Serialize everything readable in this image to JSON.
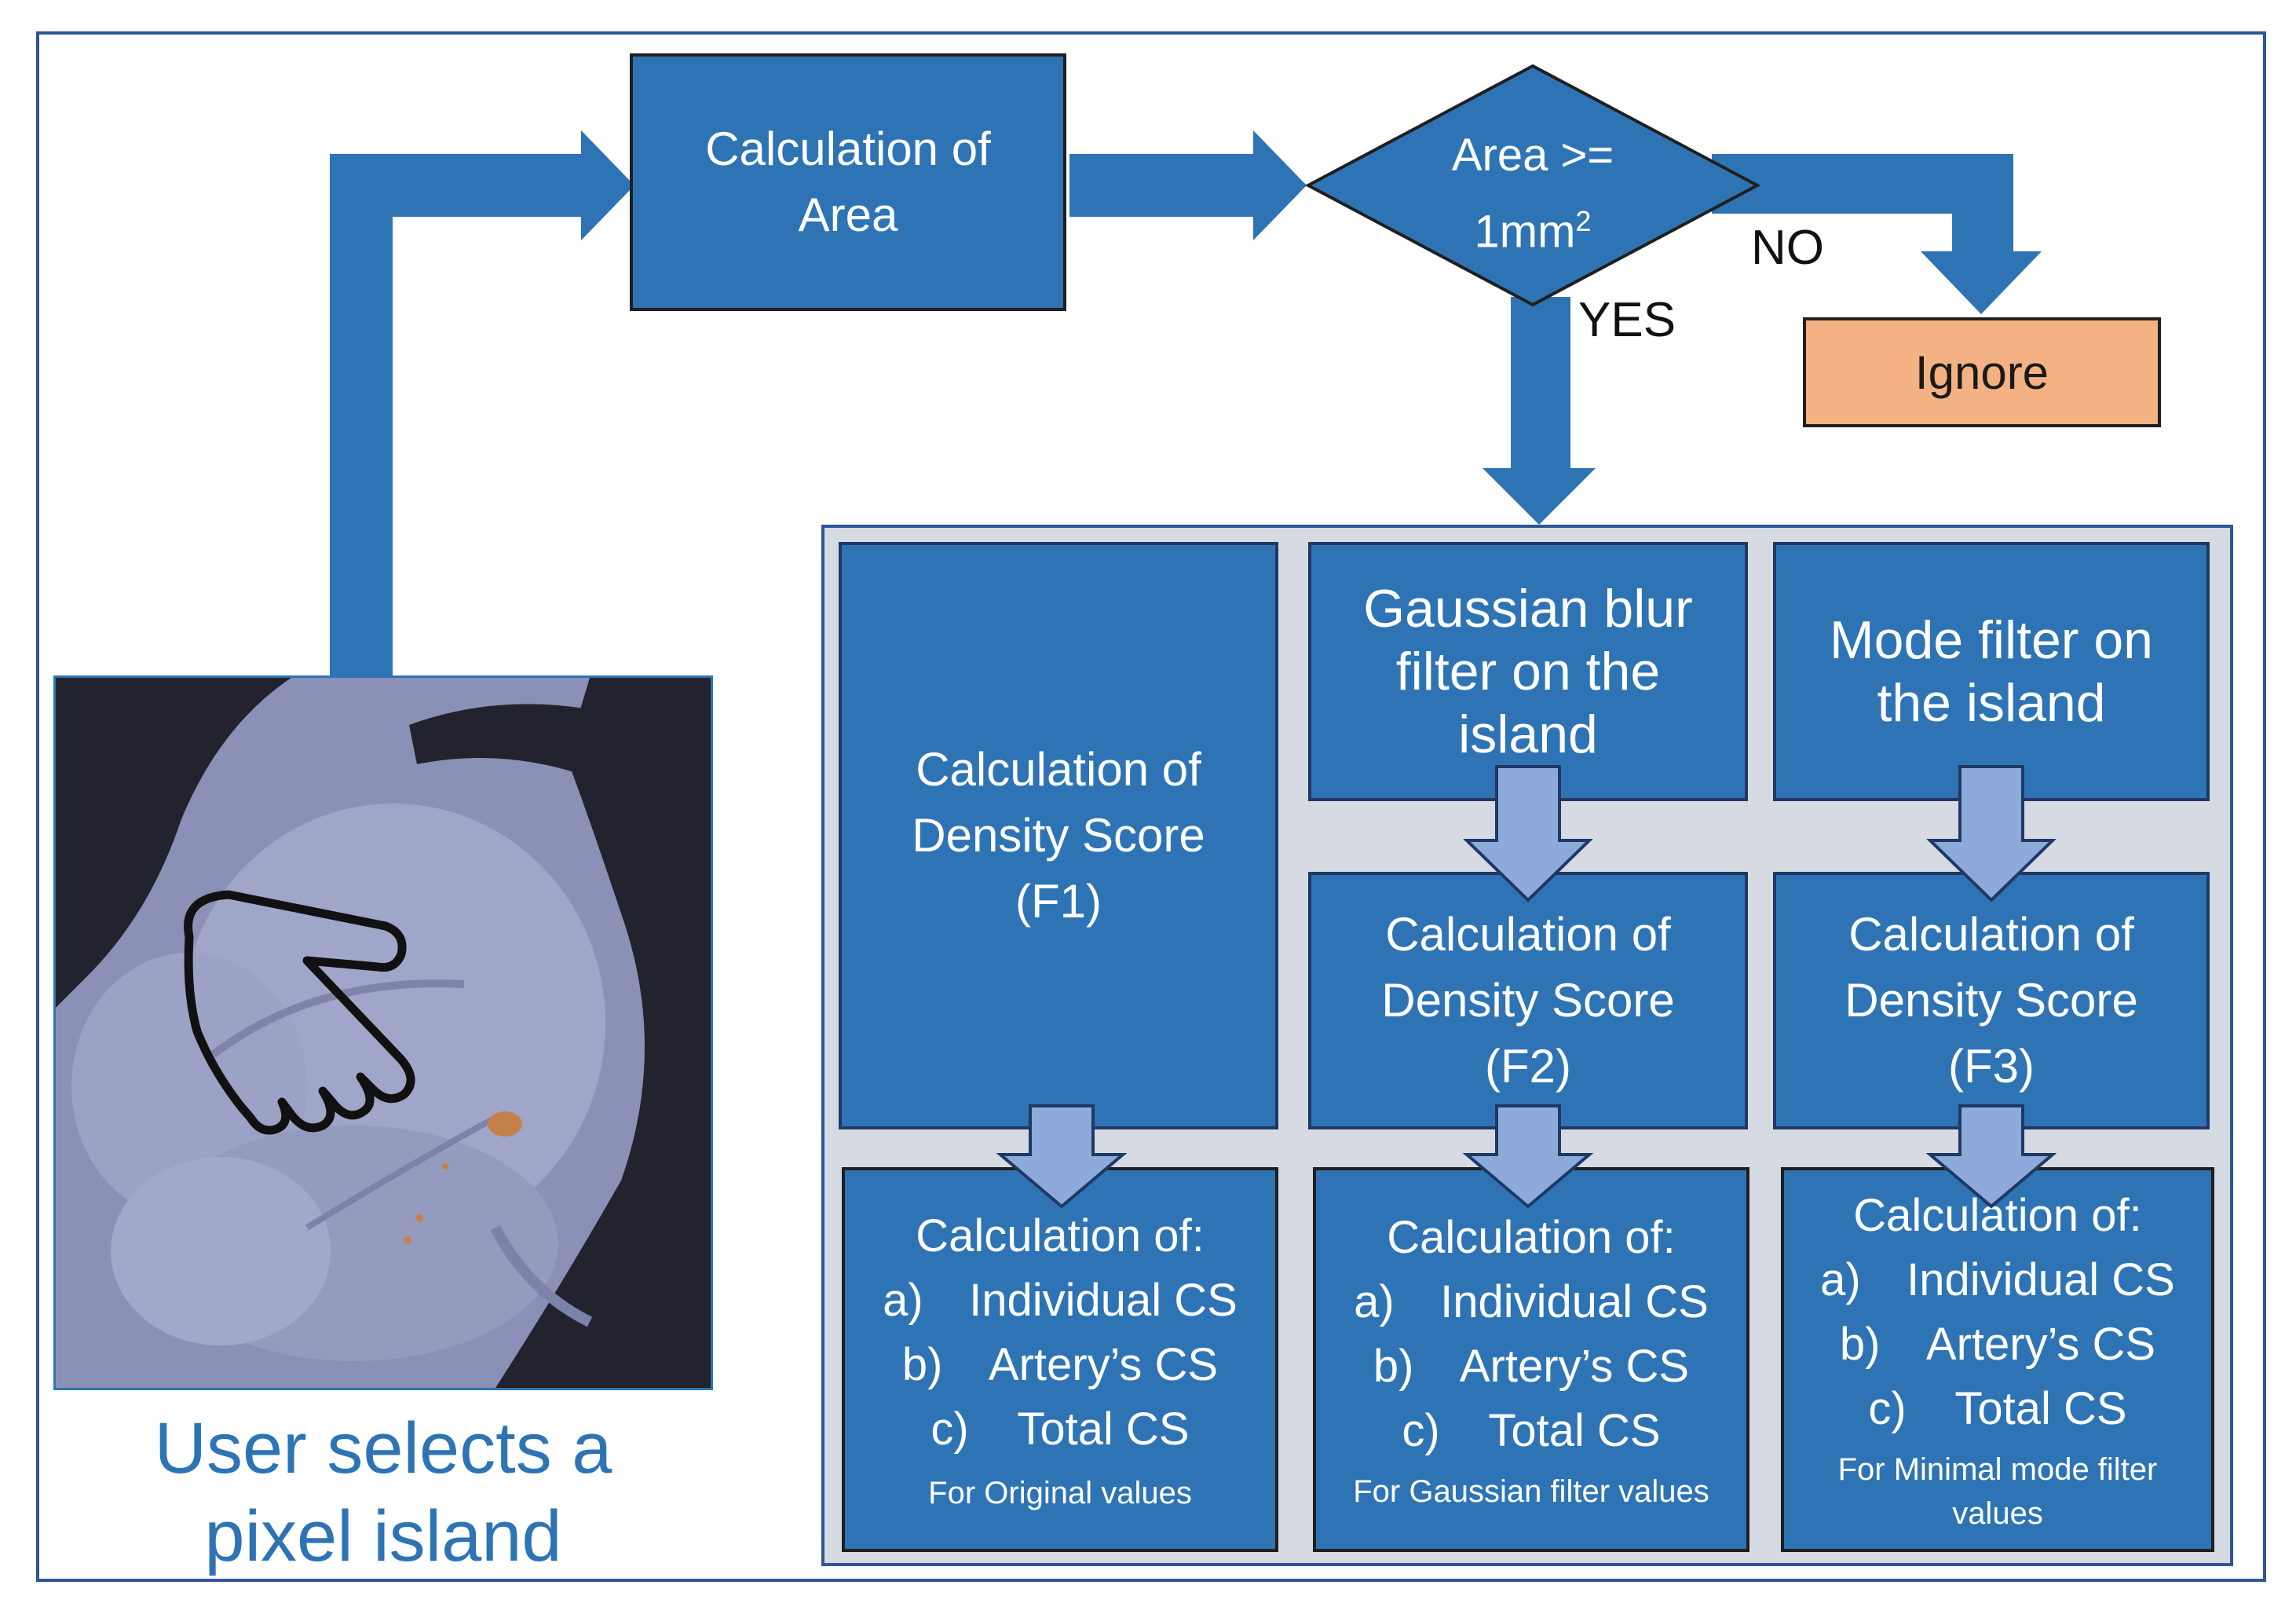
{
  "diagram": {
    "calc_area": [
      "Calculation of",
      "Area"
    ],
    "decision": [
      "Area >=",
      "1mm",
      "2"
    ],
    "no_label": "NO",
    "yes_label": "YES",
    "ignore_label": "Ignore",
    "caption": [
      "User selects a",
      "pixel island"
    ],
    "col1": {
      "score": [
        "Calculation of",
        "Density Score",
        "(F1)"
      ],
      "calc_title": "Calculation of:",
      "items": [
        {
          "letter": "a)",
          "text": "Individual CS"
        },
        {
          "letter": "b)",
          "text": "Artery’s CS"
        },
        {
          "letter": "c)",
          "text": "Total CS"
        }
      ],
      "note": [
        "For Original values"
      ]
    },
    "col2": {
      "filter": [
        "Gaussian blur",
        "filter on the",
        "island"
      ],
      "score": [
        "Calculation of",
        "Density Score",
        "(F2)"
      ],
      "calc_title": "Calculation of:",
      "items": [
        {
          "letter": "a)",
          "text": "Individual CS"
        },
        {
          "letter": "b)",
          "text": "Artery’s CS"
        },
        {
          "letter": "c)",
          "text": "Total CS"
        }
      ],
      "note": [
        "For Gaussian filter values"
      ]
    },
    "col3": {
      "filter": [
        "Mode filter on",
        "the island"
      ],
      "score": [
        "Calculation of",
        "Density Score",
        "(F3)"
      ],
      "calc_title": "Calculation of:",
      "items": [
        {
          "letter": "a)",
          "text": "Individual CS"
        },
        {
          "letter": "b)",
          "text": "Artery’s CS"
        },
        {
          "letter": "c)",
          "text": "Total CS"
        }
      ],
      "note": [
        "For Minimal mode filter",
        "values"
      ]
    }
  },
  "colors": {
    "box_blue": "#2e74b5",
    "arrow_blue": "#2e74b5",
    "light_arrow": "#8eaadb",
    "ignore_fill": "#f4b183",
    "panel_fill": "#d5dae3",
    "caption_text": "#2e74b5"
  },
  "icons": [
    "pointing-hand-icon"
  ]
}
